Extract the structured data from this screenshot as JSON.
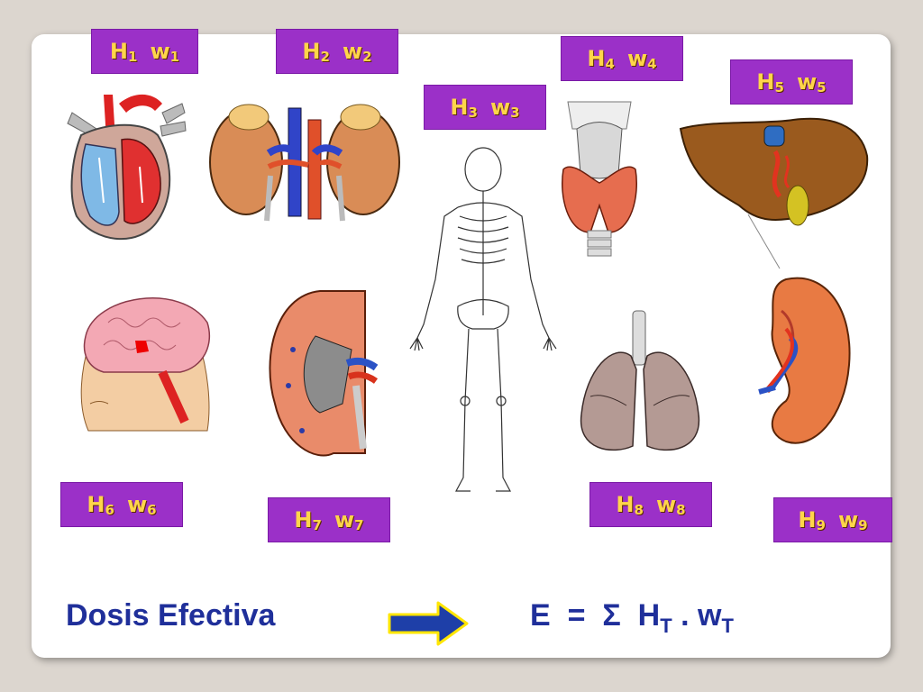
{
  "tags": [
    {
      "id": "1",
      "H": "H",
      "h_sub": "1",
      "w": "w",
      "w_sub": "1"
    },
    {
      "id": "2",
      "H": "H",
      "h_sub": "2",
      "w": "w",
      "w_sub": "2"
    },
    {
      "id": "3",
      "H": "H",
      "h_sub": "3",
      "w": "w",
      "w_sub": "3"
    },
    {
      "id": "4",
      "H": "H",
      "h_sub": "4",
      "w": "w",
      "w_sub": "4"
    },
    {
      "id": "5",
      "H": "H",
      "h_sub": "5",
      "w": "w",
      "w_sub": "5"
    },
    {
      "id": "6",
      "H": "H",
      "h_sub": "6",
      "w": "w",
      "w_sub": "6"
    },
    {
      "id": "7",
      "H": "H",
      "h_sub": "7",
      "w": "w",
      "w_sub": "7"
    },
    {
      "id": "8",
      "H": "H",
      "h_sub": "8",
      "w": "w",
      "w_sub": "8"
    },
    {
      "id": "9",
      "H": "H",
      "h_sub": "9",
      "w": "w",
      "w_sub": "9"
    }
  ],
  "footer": {
    "title": "Dosis Efectiva",
    "formula_E": "E",
    "formula_eq": "=",
    "formula_sigma": "Σ",
    "formula_H": "H",
    "formula_H_sub": "T",
    "formula_dot": ".",
    "formula_w": "w",
    "formula_w_sub": "T"
  },
  "colors": {
    "tag_bg": "#9b30c8",
    "tag_text": "#ffd54a",
    "title": "#1f2f9a",
    "arrow_fill": "#1e3fa8",
    "arrow_border": "#ffe600"
  },
  "icons": [
    "heart-icon",
    "kidneys-icon",
    "skeleton-icon",
    "thyroid-icon",
    "liver-icon",
    "brain-icon",
    "kidney-section-icon",
    "lungs-icon",
    "spleen-icon",
    "right-arrow-icon"
  ]
}
